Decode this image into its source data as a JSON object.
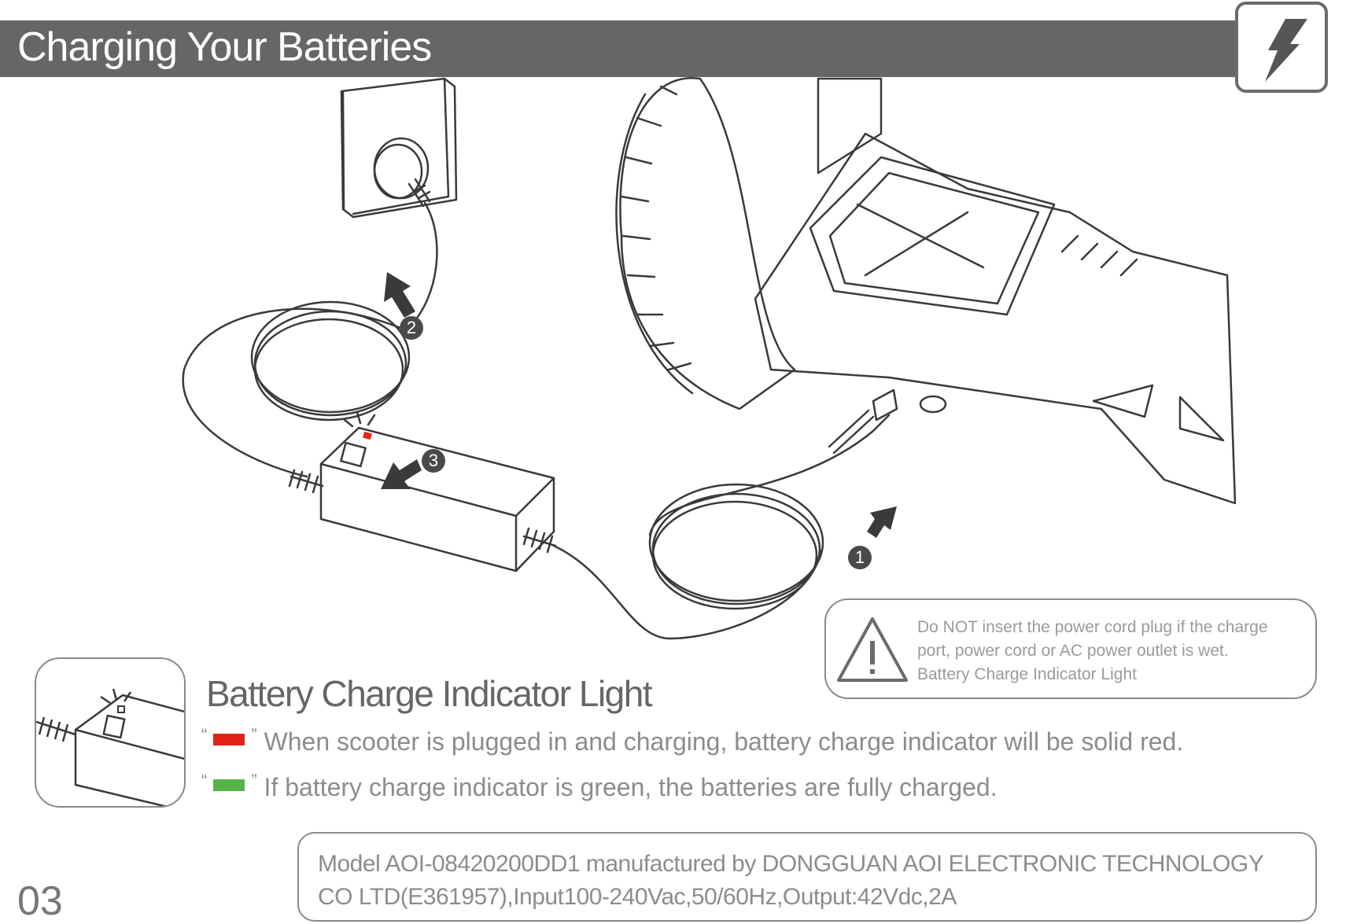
{
  "header": {
    "title": "Charging Your Batteries",
    "icon": "lightning-bolt-icon",
    "bar_color": "#666666"
  },
  "diagram": {
    "steps": [
      "1",
      "2",
      "3"
    ],
    "indicator_led_color": "#e2231a"
  },
  "warning": {
    "icon": "warning-triangle-icon",
    "lines": [
      "Do NOT insert the power cord plug if the charge",
      "port, power cord or AC power outlet is wet.",
      "Battery Charge Indicator Light"
    ]
  },
  "indicator_section": {
    "title": "Battery Charge Indicator Light",
    "open_quote": "“",
    "close_quote": "”",
    "rows": [
      {
        "color_name": "red",
        "color": "#e2231a",
        "text": "When scooter is plugged in and charging, battery charge indicator will be solid red."
      },
      {
        "color_name": "green",
        "color": "#56b447",
        "text": "If battery charge indicator is green, the batteries are fully charged."
      }
    ]
  },
  "spec": {
    "lines": [
      "Model AOI-08420200DD1 manufactured by DONGGUAN AOI ELECTRONIC TECHNOLOGY",
      "CO LTD(E361957),Input100-240Vac,50/60Hz,Output:42Vdc,2A"
    ]
  },
  "page_number": "03"
}
